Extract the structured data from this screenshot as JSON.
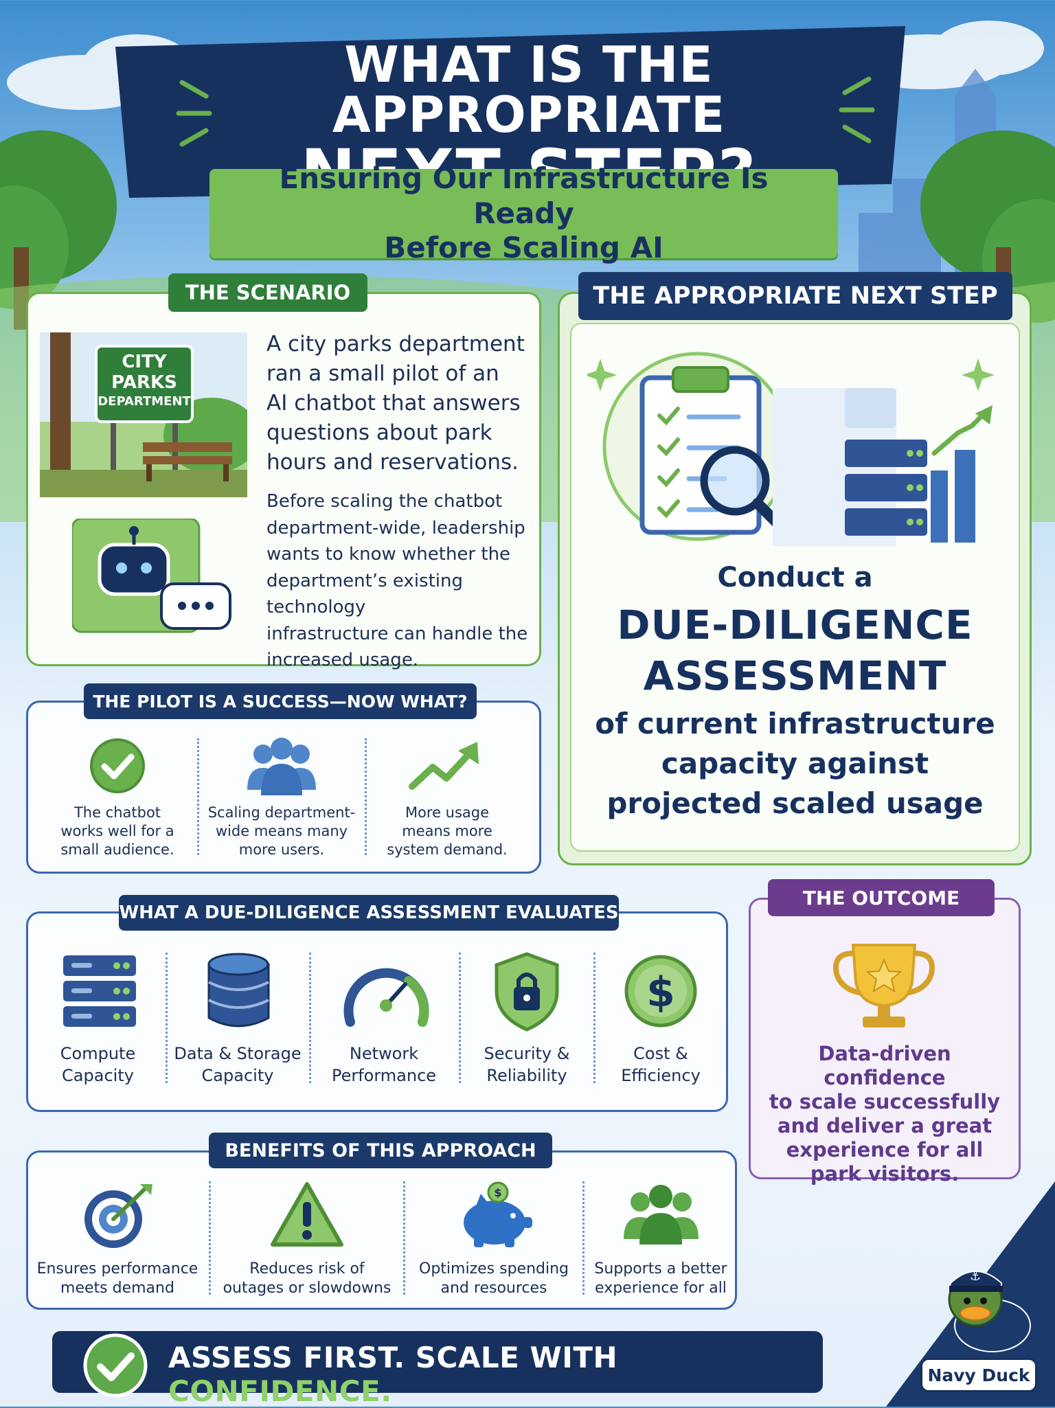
{
  "title": {
    "line1": "WHAT IS THE APPROPRIATE",
    "line2": "NEXT STEP?",
    "subtitle_line1": "Ensuring Our Infrastructure Is Ready",
    "subtitle_line2": "Before Scaling AI"
  },
  "scenario": {
    "header": "THE SCENARIO",
    "sign_line1": "CITY",
    "sign_line2": "PARKS",
    "sign_line3": "DEPARTMENT",
    "paragraph1": [
      "A city parks department",
      "ran a small pilot of an",
      "AI chatbot that answers",
      "questions about park",
      "hours and reservations."
    ],
    "paragraph2": [
      "Before scaling the chatbot",
      "department-wide, leadership",
      "wants to know whether the",
      "department’s existing technology",
      "infrastructure can handle the",
      "increased usage."
    ]
  },
  "pilot": {
    "header": "THE PILOT IS A SUCCESS—NOW WHAT?",
    "items": [
      {
        "icon": "checkmark-circle-icon",
        "lines": [
          "The chatbot",
          "works well for a",
          "small audience."
        ]
      },
      {
        "icon": "people-group-icon",
        "lines": [
          "Scaling department-",
          "wide means many",
          "more users."
        ]
      },
      {
        "icon": "trend-up-arrow-icon",
        "lines": [
          "More usage",
          "means more",
          "system demand."
        ]
      }
    ]
  },
  "next_step": {
    "header": "THE APPROPRIATE NEXT STEP",
    "conduct": "Conduct a",
    "big_line1": "DUE-DILIGENCE",
    "big_line2": "ASSESSMENT",
    "rest_line1": "of current infrastructure",
    "rest_line2": "capacity against",
    "rest_line3": "projected scaled usage"
  },
  "evaluates": {
    "header": "WHAT A DUE-DILIGENCE ASSESSMENT EVALUATES",
    "items": [
      {
        "icon": "server-rack-icon",
        "lines": [
          "Compute",
          "Capacity"
        ]
      },
      {
        "icon": "database-icon",
        "lines": [
          "Data & Storage",
          "Capacity"
        ]
      },
      {
        "icon": "speedometer-icon",
        "lines": [
          "Network",
          "Performance"
        ]
      },
      {
        "icon": "shield-lock-icon",
        "lines": [
          "Security &",
          "Reliability"
        ]
      },
      {
        "icon": "dollar-coin-icon",
        "lines": [
          "Cost &",
          "Efficiency"
        ]
      }
    ]
  },
  "outcome": {
    "header": "THE OUTCOME",
    "lines": [
      "Data-driven confidence",
      "to scale successfully",
      "and deliver a great",
      "experience for all",
      "park visitors."
    ]
  },
  "benefits": {
    "header": "BENEFITS OF THIS APPROACH",
    "items": [
      {
        "icon": "target-icon",
        "lines": [
          "Ensures performance",
          "meets demand"
        ]
      },
      {
        "icon": "warning-triangle-icon",
        "lines": [
          "Reduces risk of",
          "outages or slowdowns"
        ]
      },
      {
        "icon": "piggy-bank-icon",
        "lines": [
          "Optimizes spending",
          "and resources"
        ]
      },
      {
        "icon": "people-group-icon",
        "lines": [
          "Supports a better",
          "experience for all"
        ]
      }
    ]
  },
  "footer": {
    "text_main": "ASSESS FIRST. SCALE WITH ",
    "text_accent": "CONFIDENCE.",
    "brand": "Navy Duck"
  },
  "colors": {
    "navy": "#17315f",
    "green": "#6ab04c",
    "blue": "#3c66b0",
    "purple": "#6b3c8e"
  }
}
